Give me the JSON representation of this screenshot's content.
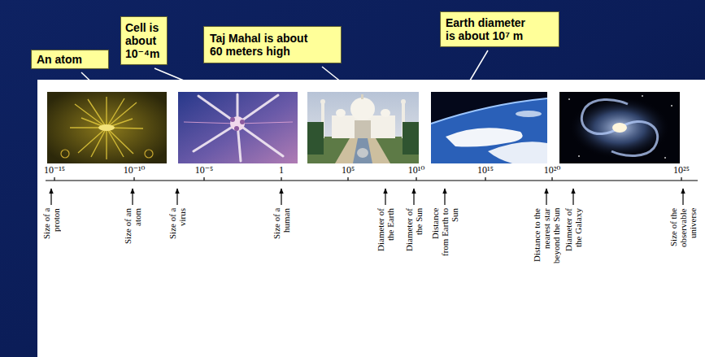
{
  "diagram": {
    "nodes": [
      {
        "text": [
          "An atom"
        ]
      },
      {
        "text": [
          "Cell is about 10⁻⁴m"
        ]
      },
      {
        "text": [
          "Taj Mahal is about 60 meters high"
        ]
      },
      {
        "text": [
          "Earth diameter is about 10⁷ m"
        ]
      }
    ],
    "labels": [
      "10⁻¹⁵",
      "10⁻¹⁰",
      "10⁻⁵",
      "1",
      "10⁵",
      "10¹⁰",
      "10¹⁵",
      "10²⁰",
      "10²⁵",
      "Size of a proton",
      "Size of an atom",
      "Size of a virus",
      "Size of a human",
      "Diameter of the Earth",
      "Diameter of the Sun",
      "Distance from Earth to Sun",
      "Distance to the nearest star beyond the Sun",
      "Diameter of the Galaxy",
      "Size of the observable universe"
    ]
  }
}
